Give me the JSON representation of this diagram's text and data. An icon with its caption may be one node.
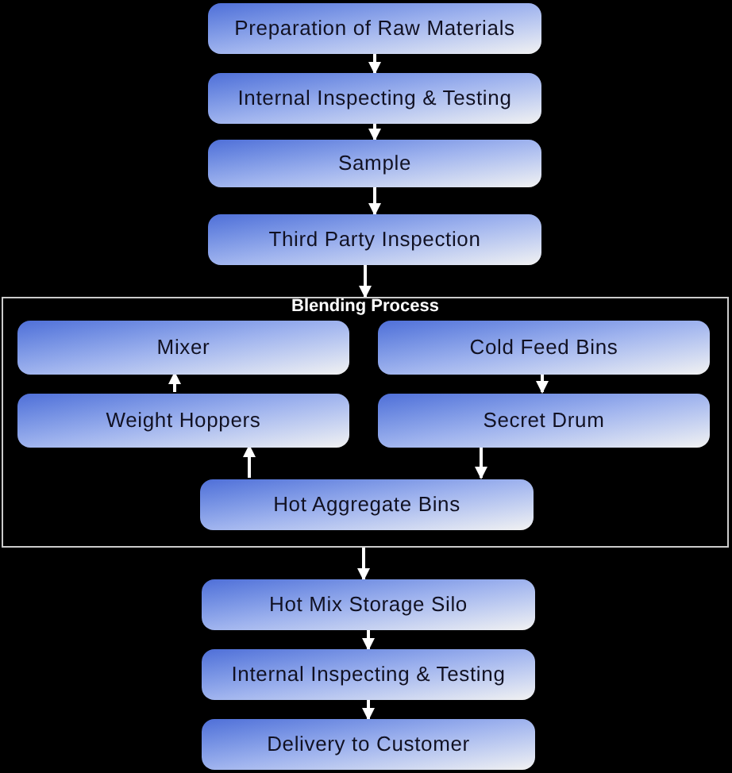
{
  "diagram": {
    "nodes": [
      {
        "text": [
          "Preparation of Raw Materials"
        ]
      },
      {
        "text": [
          "Internal Inspecting & Testing"
        ]
      },
      {
        "text": [
          "Sample"
        ]
      },
      {
        "text": [
          "Third Party Inspection"
        ]
      },
      {
        "text": [
          "Blending Process"
        ]
      },
      {
        "text": [
          "Mixer"
        ],
        "in": 4
      },
      {
        "text": [
          "Cold Feed Bins"
        ],
        "in": 4
      },
      {
        "text": [
          "Weight Hoppers"
        ],
        "in": 4
      },
      {
        "text": [
          "Secret Drum"
        ],
        "in": 4
      },
      {
        "text": [
          "Hot Aggregate Bins"
        ],
        "in": 4
      },
      {
        "text": [
          "Hot Mix Storage Silo"
        ]
      },
      {
        "text": [
          "Internal Inspecting & Testing"
        ]
      },
      {
        "text": [
          "Delivery to Customer"
        ]
      }
    ],
    "edges": [
      {
        "from": 0,
        "to": 1,
        "arrow": "to"
      },
      {
        "from": 1,
        "to": 2,
        "arrow": "to"
      },
      {
        "from": 2,
        "to": 3,
        "arrow": "to"
      },
      {
        "from": 3,
        "to": 4,
        "arrow": "to"
      },
      {
        "from": 6,
        "to": 8,
        "arrow": "to"
      },
      {
        "from": 8,
        "to": 9,
        "arrow": "to"
      },
      {
        "from": 9,
        "to": 7,
        "arrow": "to"
      },
      {
        "from": 7,
        "to": 5,
        "arrow": "to"
      },
      {
        "from": 4,
        "to": 10,
        "arrow": "to"
      },
      {
        "from": 10,
        "to": 11,
        "arrow": "to"
      },
      {
        "from": 11,
        "to": 12,
        "arrow": "to"
      }
    ]
  }
}
